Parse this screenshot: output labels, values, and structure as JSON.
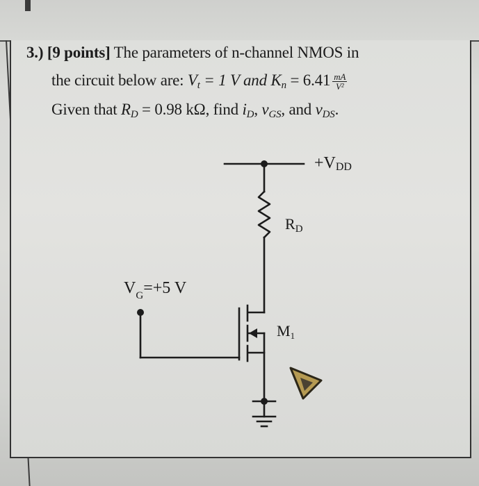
{
  "question": {
    "number": "3.)",
    "points": "[9 points]",
    "line1_rest": "The parameters of n-channel NMOS in",
    "line2_pre": "the circuit below are: ",
    "vt_symbol": "V",
    "vt_sub": "t",
    "vt_value": " = 1 V and ",
    "kn_symbol": "K",
    "kn_sub": "n",
    "kn_value": " = 6.41",
    "kn_unit_num": "mA",
    "kn_unit_den": "V²",
    "line3_pre": "Given that ",
    "rd_symbol": "R",
    "rd_sub": "D",
    "rd_value": " = 0.98 kΩ, find ",
    "find_list_1": "i",
    "find_list_1_sub": "D",
    "find_sep_1": ", ",
    "find_list_2": "v",
    "find_list_2_sub": "GS",
    "find_sep_2": ", and ",
    "find_list_3": "v",
    "find_list_3_sub": "DS",
    "find_end": "."
  },
  "circuit": {
    "vdd_label": "+V",
    "vdd_sub": "DD",
    "rd_label": "R",
    "rd_sub": "D",
    "vg_label": "V",
    "vg_sub": "G",
    "vg_value": "=+5 V",
    "transistor_label": "M",
    "transistor_sub": "1"
  },
  "colors": {
    "ink": "#1c1c1c",
    "badge": "#b59a52"
  }
}
